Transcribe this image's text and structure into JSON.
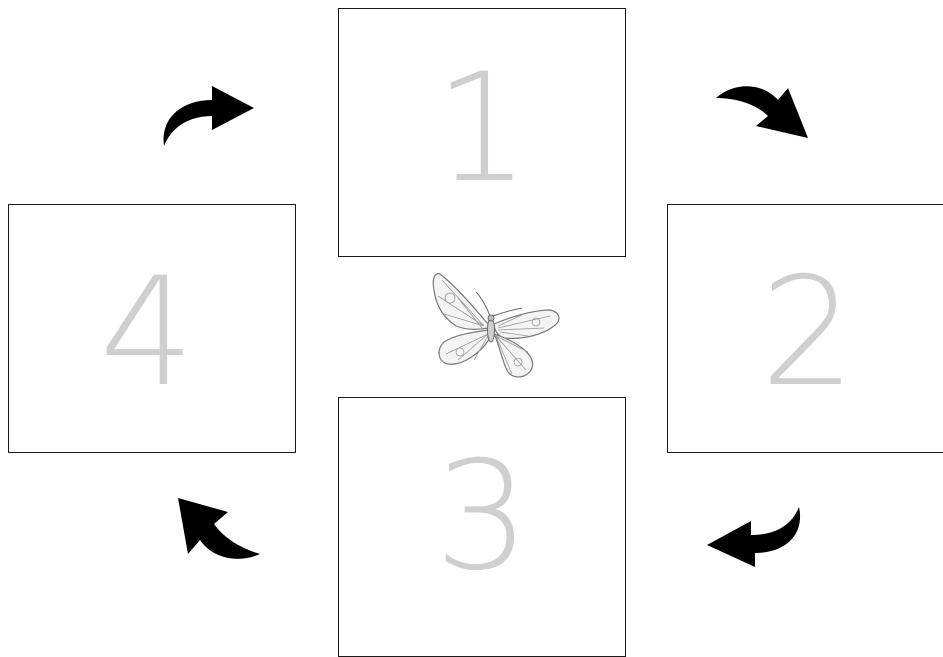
{
  "boxes": [
    {
      "label": "1"
    },
    {
      "label": "2"
    },
    {
      "label": "3"
    },
    {
      "label": "4"
    }
  ],
  "arrows": [
    "curved-arrow-icon",
    "curved-arrow-icon",
    "curved-arrow-icon",
    "curved-arrow-icon"
  ],
  "center_image": "butterfly-illustration",
  "colors": {
    "box_border": "#1a1a1a",
    "number_fill": "#cfcfcf",
    "arrow_fill": "#000000",
    "butterfly_stroke": "#7a7a7a"
  }
}
